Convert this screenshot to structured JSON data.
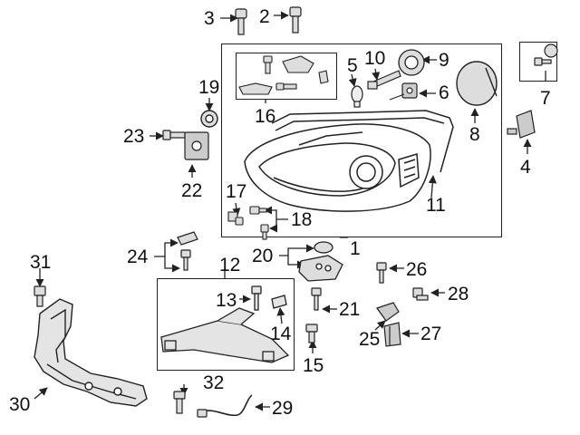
{
  "callouts": {
    "n1": "1",
    "n2": "2",
    "n3": "3",
    "n4": "4",
    "n5": "5",
    "n6": "6",
    "n7": "7",
    "n8": "8",
    "n9": "9",
    "n10": "10",
    "n11": "11",
    "n12": "12",
    "n13": "13",
    "n14": "14",
    "n15": "15",
    "n16": "16",
    "n17": "17",
    "n18": "18",
    "n19": "19",
    "n20": "20",
    "n21": "21",
    "n22": "22",
    "n23": "23",
    "n24": "24",
    "n25": "25",
    "n26": "26",
    "n27": "27",
    "n28": "28",
    "n29": "29",
    "n30": "30",
    "n31": "31",
    "n32": "32"
  },
  "colors": {
    "line": "#222222",
    "part_fill": "#d9d9d9",
    "part_dark": "#555555",
    "background": "#ffffff"
  }
}
